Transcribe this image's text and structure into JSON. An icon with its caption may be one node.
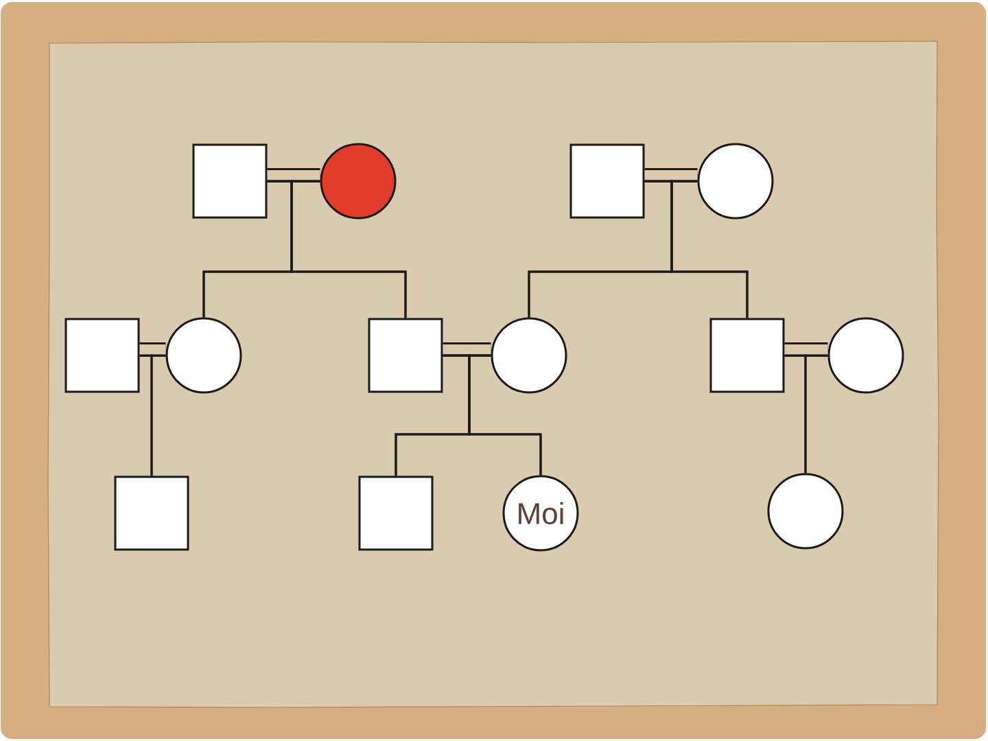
{
  "diagram": {
    "nodes": [
      {
        "text": [],
        "shape": "box"
      },
      {
        "text": [],
        "shape": "circle"
      },
      {
        "text": [],
        "shape": "box"
      },
      {
        "text": [],
        "shape": "circle"
      },
      {
        "text": [],
        "shape": "box"
      },
      {
        "text": [],
        "shape": "circle"
      },
      {
        "text": [],
        "shape": "box"
      },
      {
        "text": [],
        "shape": "circle"
      },
      {
        "text": [],
        "shape": "box"
      },
      {
        "text": [],
        "shape": "circle"
      },
      {
        "text": [],
        "shape": "box"
      },
      {
        "text": [],
        "shape": "box"
      },
      {
        "text": [
          "Moi"
        ]
      },
      {
        "text": [],
        "shape": "circle"
      }
    ],
    "edges": [
      {
        "from": 0,
        "to": 1,
        "arrow": "none",
        "style": "thick"
      },
      {
        "from": 0,
        "to": 5,
        "arrow": "none"
      },
      {
        "from": 1,
        "to": 5,
        "arrow": "none"
      },
      {
        "from": 0,
        "to": 6,
        "arrow": "none"
      },
      {
        "from": 1,
        "to": 6,
        "arrow": "none"
      },
      {
        "from": 2,
        "to": 3,
        "arrow": "none",
        "style": "thick"
      },
      {
        "from": 2,
        "to": 7,
        "arrow": "none"
      },
      {
        "from": 3,
        "to": 7,
        "arrow": "none"
      },
      {
        "from": 2,
        "to": 8,
        "arrow": "none"
      },
      {
        "from": 3,
        "to": 8,
        "arrow": "none"
      },
      {
        "from": 4,
        "to": 5,
        "arrow": "none",
        "style": "thick"
      },
      {
        "from": 4,
        "to": 10,
        "arrow": "none"
      },
      {
        "from": 5,
        "to": 10,
        "arrow": "none"
      },
      {
        "from": 6,
        "to": 7,
        "arrow": "none",
        "style": "thick"
      },
      {
        "from": 6,
        "to": 11,
        "arrow": "none"
      },
      {
        "from": 7,
        "to": 11,
        "arrow": "none"
      },
      {
        "from": 6,
        "to": 12,
        "arrow": "none"
      },
      {
        "from": 7,
        "to": 12,
        "arrow": "none"
      },
      {
        "from": 8,
        "to": 9,
        "arrow": "none",
        "style": "thick"
      },
      {
        "from": 8,
        "to": 13,
        "arrow": "none"
      },
      {
        "from": 9,
        "to": 13,
        "arrow": "none"
      }
    ]
  }
}
